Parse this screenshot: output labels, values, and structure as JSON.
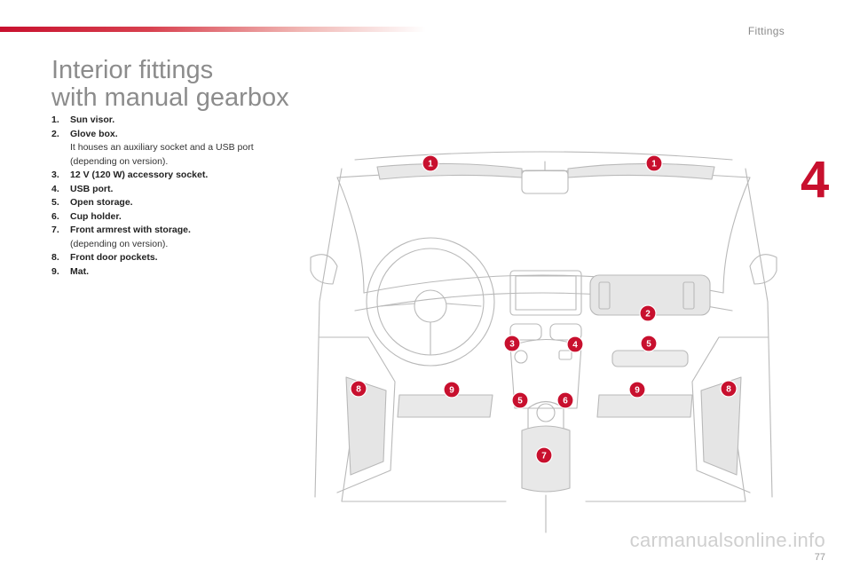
{
  "header": {
    "section": "Fittings",
    "chapter": "4"
  },
  "title": {
    "line1": "Interior fittings",
    "line2": "with manual gearbox"
  },
  "legend": [
    {
      "num": "1.",
      "label": "Sun visor.",
      "sub": ""
    },
    {
      "num": "2.",
      "label": "Glove box.",
      "sub": "It houses an auxiliary socket and a USB port (depending on version)."
    },
    {
      "num": "3.",
      "label": "12 V (120 W) accessory socket.",
      "sub": ""
    },
    {
      "num": "4.",
      "label": "USB port.",
      "sub": ""
    },
    {
      "num": "5.",
      "label": "Open storage.",
      "sub": ""
    },
    {
      "num": "6.",
      "label": "Cup holder.",
      "sub": ""
    },
    {
      "num": "7.",
      "label": "Front armrest with storage.",
      "sub": "(depending on version)."
    },
    {
      "num": "8.",
      "label": "Front door pockets.",
      "sub": ""
    },
    {
      "num": "9.",
      "label": "Mat.",
      "sub": ""
    }
  ],
  "callouts": [
    "1",
    "1",
    "2",
    "3",
    "4",
    "5",
    "5",
    "6",
    "7",
    "8",
    "8",
    "9",
    "9"
  ],
  "footer": {
    "page": "77",
    "watermark": "carmanualsonline.info"
  },
  "colors": {
    "accent": "#c8102e",
    "title": "#8c8c8c",
    "callout": "#c8102e"
  }
}
